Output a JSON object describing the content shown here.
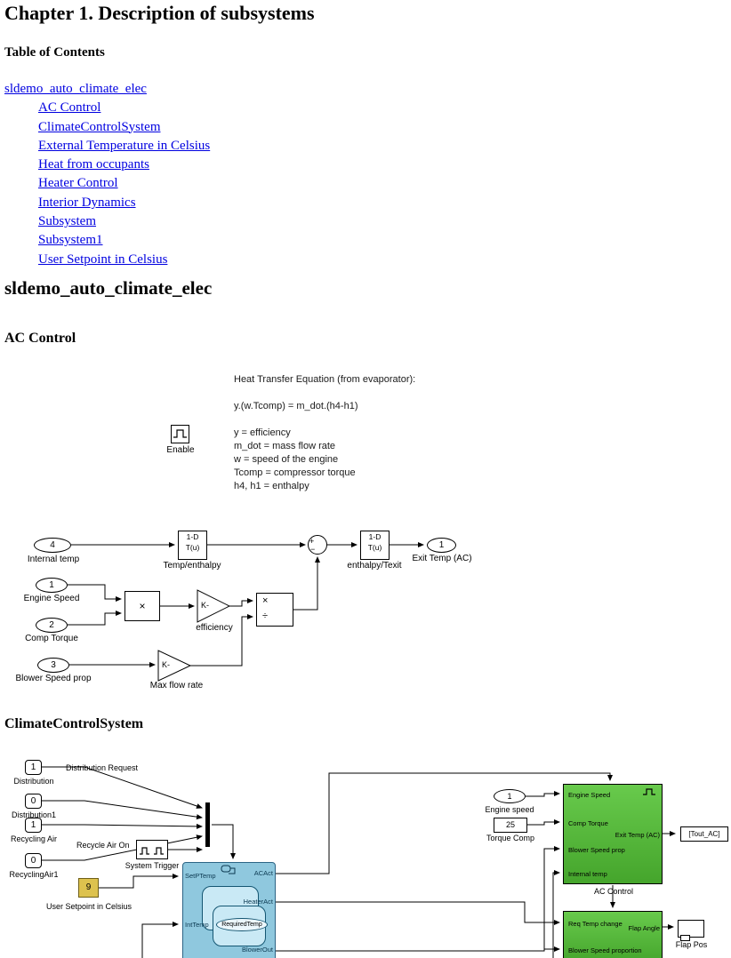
{
  "page": {
    "title": "Chapter 1. Description of subsystems",
    "toc_heading": "Table of Contents"
  },
  "toc": {
    "items": [
      {
        "label": "sldemo_auto_climate_elec"
      },
      {
        "label": "AC Control"
      },
      {
        "label": "ClimateControlSystem"
      },
      {
        "label": "External Temperature in Celsius"
      },
      {
        "label": "Heat from occupants"
      },
      {
        "label": "Heater Control"
      },
      {
        "label": "Interior Dynamics"
      },
      {
        "label": "Subsystem"
      },
      {
        "label": "Subsystem1"
      },
      {
        "label": "User Setpoint in Celsius"
      }
    ]
  },
  "headings": {
    "model": "sldemo_auto_climate_elec",
    "ac": "AC Control",
    "climate": "ClimateControlSystem"
  },
  "colors": {
    "link_blue": "#0000e0",
    "block_green": "#45a52c",
    "chart_blue": "#8fc8de",
    "constant_yellow": "#ddc24e"
  },
  "ac": {
    "enable": {
      "label": "Enable"
    },
    "eq": {
      "l1": "Heat Transfer Equation (from evaporator):",
      "l2": "y.(w.Tcomp) = m_dot.(h4-h1)",
      "l3": "y = efficiency",
      "l4": "m_dot = mass flow rate",
      "l5": "w = speed of the engine",
      "l6": "Tcomp = compressor torque",
      "l7": "h4, h1 = enthalpy"
    },
    "in4": {
      "num": "4",
      "label": "Internal temp"
    },
    "in1": {
      "num": "1",
      "label": "Engine Speed"
    },
    "in2": {
      "num": "2",
      "label": "Comp Torque"
    },
    "in3": {
      "num": "3",
      "label": "Blower Speed prop"
    },
    "out1": {
      "num": "1",
      "label": "Exit Temp (AC)"
    },
    "lut1": {
      "t1": "1-D",
      "t2": "T(u)",
      "label": "Temp/enthalpy"
    },
    "lut2": {
      "t1": "1-D",
      "t2": "T(u)",
      "label": "enthalpy/Texit"
    },
    "gain1": {
      "text": "K-",
      "label": "efficiency"
    },
    "gain2": {
      "text": "K-",
      "label": "Max flow rate"
    },
    "product": {
      "text": "×"
    },
    "divide": {
      "mul": "×",
      "div": "÷"
    },
    "sum": {
      "plus": "+",
      "minus": "−"
    }
  },
  "climate": {
    "in_dist": {
      "num": "1",
      "label": "Distribution"
    },
    "ann_dist": "Distribution Request",
    "in_dist1": {
      "num": "0",
      "label": "Distribution1"
    },
    "in_rec": {
      "num": "1",
      "label": "Recycling Air"
    },
    "ann_rec": "Recycle Air On",
    "in_rec1": {
      "num": "0",
      "label": "RecyclingAir1"
    },
    "trigger": {
      "label": "System Trigger"
    },
    "const9": {
      "value": "9",
      "label": "User Setpoint in Celsius"
    },
    "chart": {
      "setptemp": "SetPTemp",
      "acact": "ACAct",
      "heateract": "HeaterAct",
      "requiredtemp": "RequiredTemp",
      "inttemp": "IntTemp",
      "blowerout": "BlowerOut"
    },
    "engine": {
      "num": "1",
      "label": "Engine speed"
    },
    "const25": {
      "value": "25",
      "label": "Torque Comp"
    },
    "acblock": {
      "p1": "Engine Speed",
      "p2": "Comp Torque",
      "p3": "Blower Speed prop",
      "p4": "Internal temp",
      "pr": "Exit Temp (AC)",
      "label": "AC Control"
    },
    "goto": {
      "label": "[Tout_AC]"
    },
    "heat": {
      "p1": "Req Temp change",
      "p2": "Blower Speed proportion",
      "pr": "Flap Angle"
    },
    "display": {
      "label": "Flap Pos"
    }
  }
}
